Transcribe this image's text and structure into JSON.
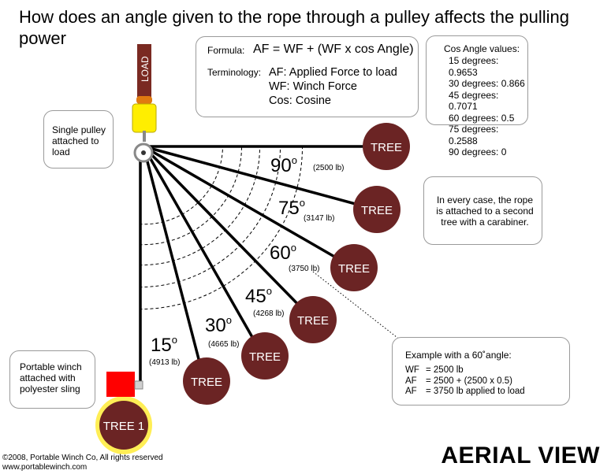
{
  "title": "How does an angle given to the rope through a pulley affects the pulling power",
  "formula": {
    "label": "Formula:",
    "text": "AF = WF + (WF x cos Angle)",
    "terminology_label": "Terminology:",
    "terms": [
      "AF: Applied Force to load",
      "WF: Winch Force",
      "Cos: Cosine"
    ]
  },
  "cos_values": {
    "heading": "Cos Angle values:",
    "rows": [
      "15 degrees: 0.9653",
      "30 degrees: 0.866",
      "45 degrees: 0.7071",
      "60 degrees: 0.5",
      "75 degrees: 0.2588",
      "90 degrees: 0"
    ]
  },
  "pulley_note": "Single pulley attached to load",
  "load_label": "LOAD",
  "carabiner_note": "In every case, the rope is attached to a second tree with a carabiner.",
  "winch_note": "Portable winch attached with polyester sling",
  "anchor_tree_label": "TREE 1",
  "tree_label": "TREE",
  "angles": [
    {
      "deg": "90",
      "force": "(2500 lb)"
    },
    {
      "deg": "75",
      "force": "(3147 lb)"
    },
    {
      "deg": "60",
      "force": "(3750 lb)"
    },
    {
      "deg": "45",
      "force": "(4268 lb)"
    },
    {
      "deg": "30",
      "force": "(4665 lb)"
    },
    {
      "deg": "15",
      "force": "(4913 lb)"
    }
  ],
  "example": {
    "heading": "Example with a 60˚angle:",
    "lines": [
      {
        "lhs": "WF",
        "rhs": "= 2500 lb"
      },
      {
        "lhs": "AF",
        "rhs": "= 2500 + (2500 x 0.5)"
      },
      {
        "lhs": "AF",
        "rhs": "= 3750 lb applied to load"
      }
    ]
  },
  "view_label": "AERIAL VIEW",
  "copyright": [
    "©2008, Portable Winch Co, All rights reserved",
    "www.portablewinch.com"
  ],
  "colors": {
    "tree": "#6b2424",
    "tree_text": "#ffffff",
    "rope": "#000000",
    "winch": "#ff0000",
    "pulley_yellow": "#ffee00",
    "load_brown": "#7a2a22",
    "sling_yellow": "#ffee55",
    "box_border": "#9a9a9a"
  }
}
